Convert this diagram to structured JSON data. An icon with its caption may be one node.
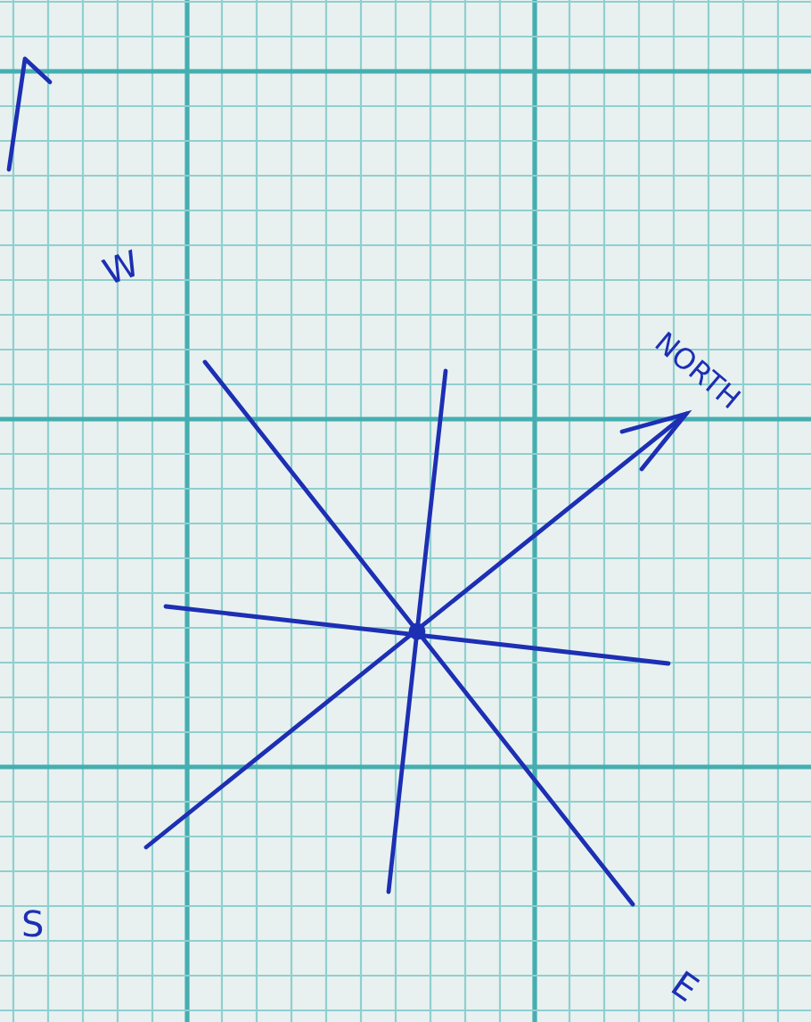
{
  "diagram": {
    "labels": [
      "W",
      "NORTH",
      "S",
      "E"
    ]
  }
}
